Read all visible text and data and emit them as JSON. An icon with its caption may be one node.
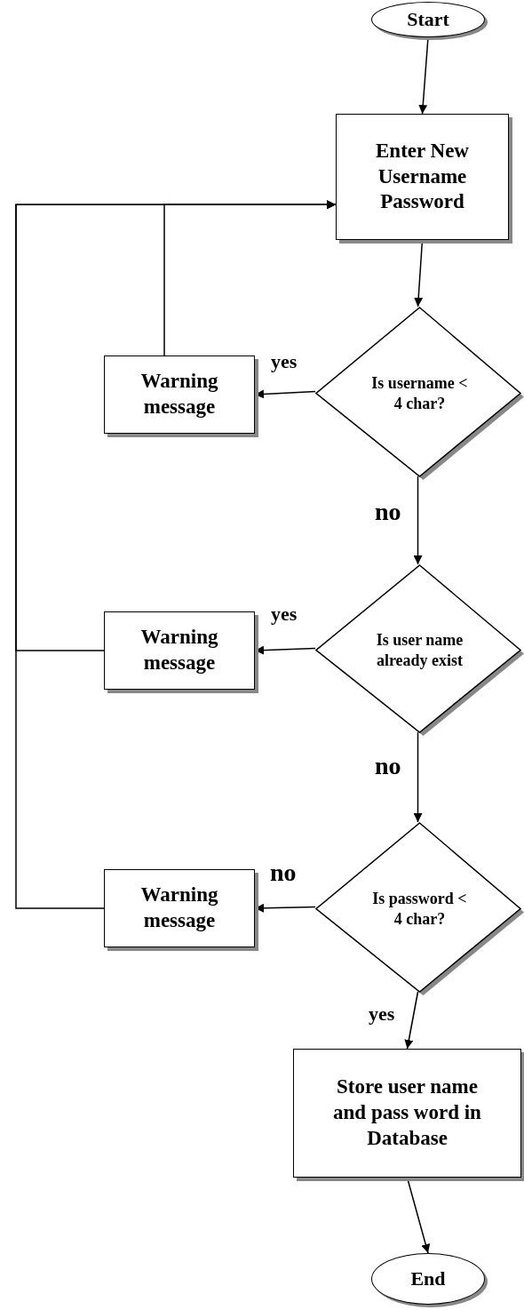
{
  "diagram": {
    "nodes": [
      {
        "text": [
          "Start"
        ]
      },
      {
        "text": [
          "Enter New Username Password"
        ]
      },
      {
        "text": [
          "Is username < 4 char?"
        ]
      },
      {
        "text": [
          "Warning message"
        ]
      },
      {
        "text": [
          "Is user name already exist"
        ]
      },
      {
        "text": [
          "Warning message"
        ]
      },
      {
        "text": [
          "Is password < 4 char?"
        ]
      },
      {
        "text": [
          "Warning message"
        ]
      },
      {
        "text": [
          "Store user name and pass word in Database"
        ]
      },
      {
        "text": [
          "End"
        ]
      }
    ],
    "edges": [
      {
        "from": 0,
        "to": 1,
        "arrow": "to"
      },
      {
        "from": 1,
        "to": 2,
        "arrow": "to"
      },
      {
        "from": 2,
        "to": 3,
        "arrow": "to",
        "label": "yes"
      },
      {
        "from": 3,
        "to": 1,
        "arrow": "to"
      },
      {
        "from": 2,
        "to": 4,
        "arrow": "to",
        "label": "no"
      },
      {
        "from": 4,
        "to": 5,
        "arrow": "to",
        "label": "yes"
      },
      {
        "from": 5,
        "to": 1,
        "arrow": "to"
      },
      {
        "from": 4,
        "to": 6,
        "arrow": "to",
        "label": "no"
      },
      {
        "from": 6,
        "to": 7,
        "arrow": "to",
        "label": "no"
      },
      {
        "from": 7,
        "to": 1,
        "arrow": "to"
      },
      {
        "from": 6,
        "to": 8,
        "arrow": "to",
        "label": "yes"
      },
      {
        "from": 8,
        "to": 9,
        "arrow": "to"
      }
    ]
  }
}
